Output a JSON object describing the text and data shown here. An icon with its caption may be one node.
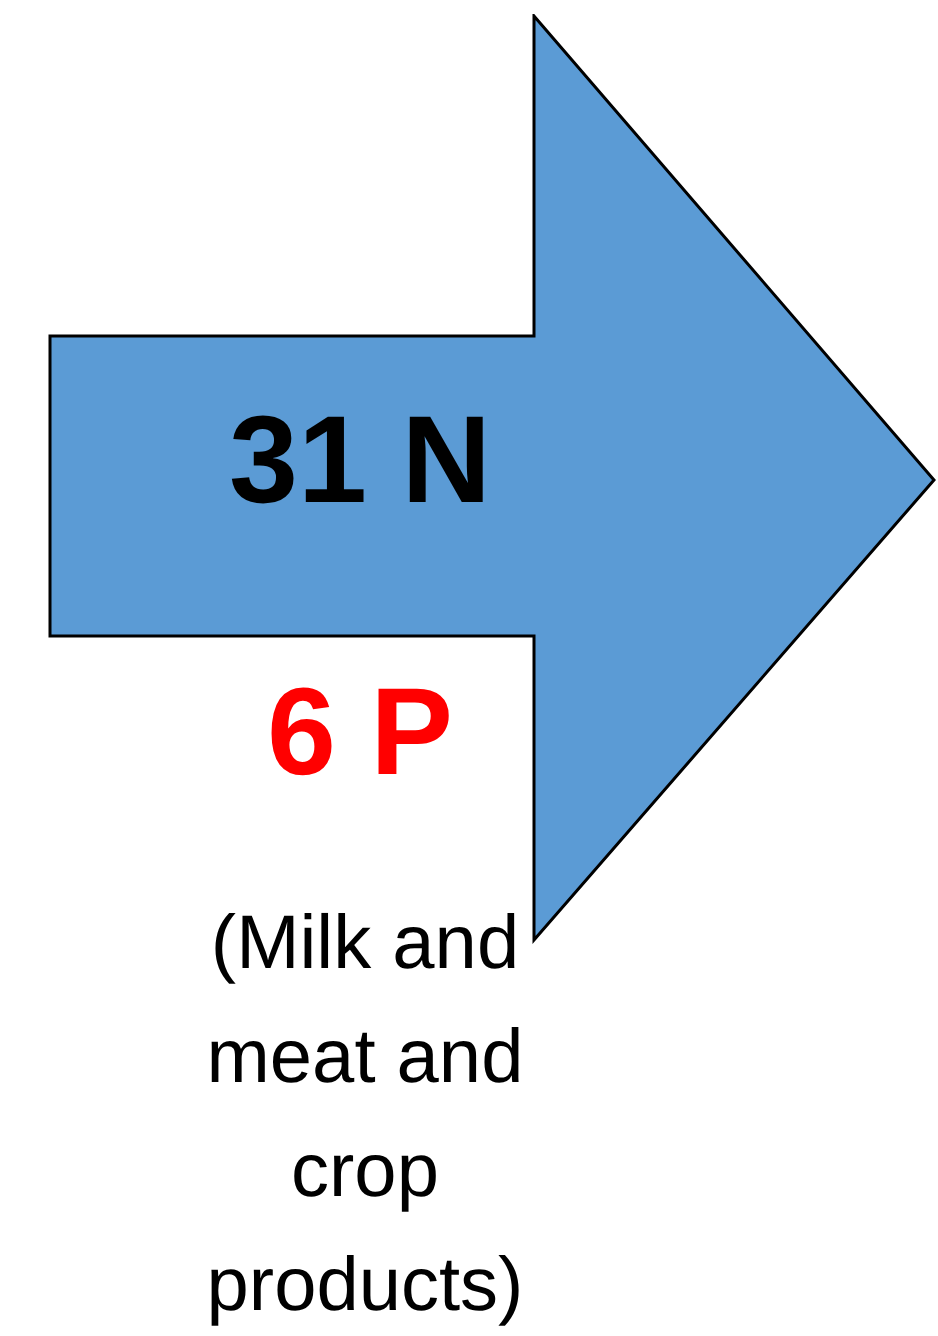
{
  "diagram": {
    "nodes": [
      {
        "text": [
          "31 N"
        ],
        "beside": [
          "6 P",
          "(Milk and meat and crop products)"
        ]
      }
    ]
  }
}
